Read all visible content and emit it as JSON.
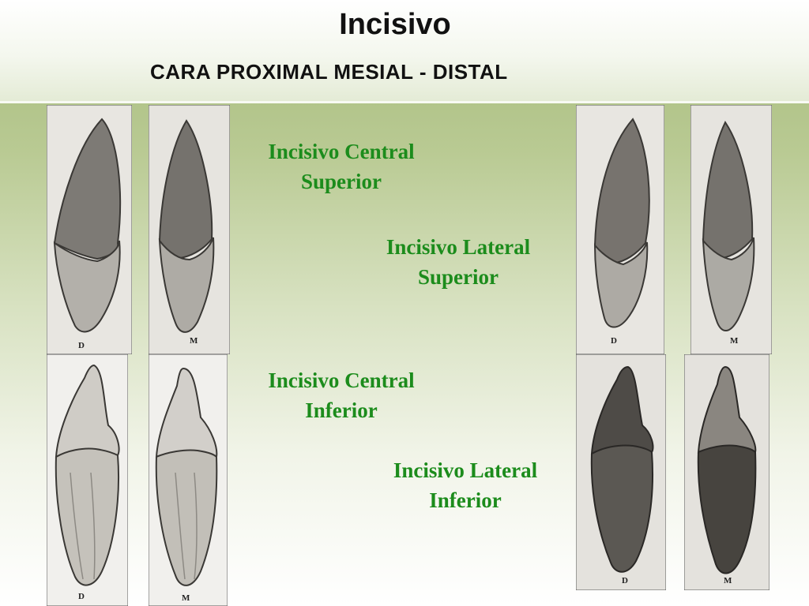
{
  "header": {
    "title": "Incisivo",
    "subtitle": "CARA PROXIMAL MESIAL - DISTAL"
  },
  "labels": {
    "central_superior": {
      "line1": "Incisivo Central",
      "line2": "Superior"
    },
    "lateral_superior": {
      "line1": "Incisivo Lateral",
      "line2": "Superior"
    },
    "central_inferior": {
      "line1": "Incisivo Central",
      "line2": "Inferior"
    },
    "lateral_inferior": {
      "line1": "Incisivo Lateral",
      "line2": "Inferior"
    }
  },
  "panels": {
    "p1": "D",
    "p2": "M",
    "p3": "D",
    "p4": "M",
    "p5": "D",
    "p6": "M",
    "p7": "D",
    "p8": "M"
  },
  "colors": {
    "label_green": "#1c8c1c",
    "background_green": "#a4b97a"
  }
}
